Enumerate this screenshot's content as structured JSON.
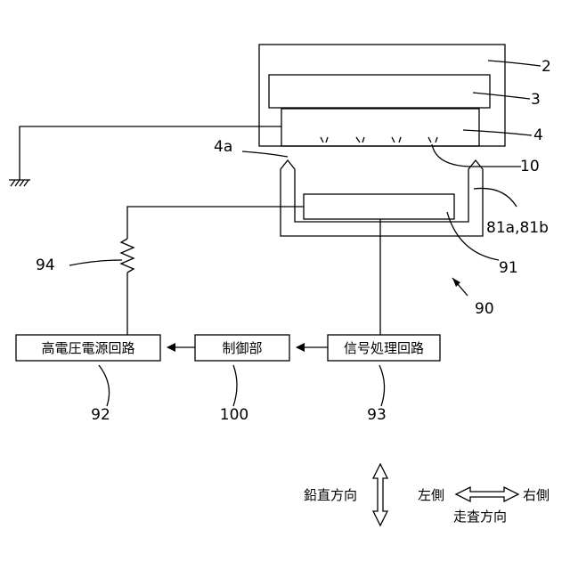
{
  "labels": {
    "ref_2": "2",
    "ref_3": "3",
    "ref_4": "4",
    "ref_4a": "4a",
    "ref_10": "10",
    "ref_81": "81a,81b",
    "ref_91": "91",
    "ref_90": "90",
    "ref_94": "94",
    "ref_92": "92",
    "ref_100": "100",
    "ref_93": "93"
  },
  "blocks": {
    "hv_power": "高電圧電源回路",
    "controller": "制御部",
    "signal_proc": "信号処理回路"
  },
  "legend": {
    "vertical": "鉛直方向",
    "left": "左側",
    "right": "右側",
    "scan": "走査方向"
  }
}
